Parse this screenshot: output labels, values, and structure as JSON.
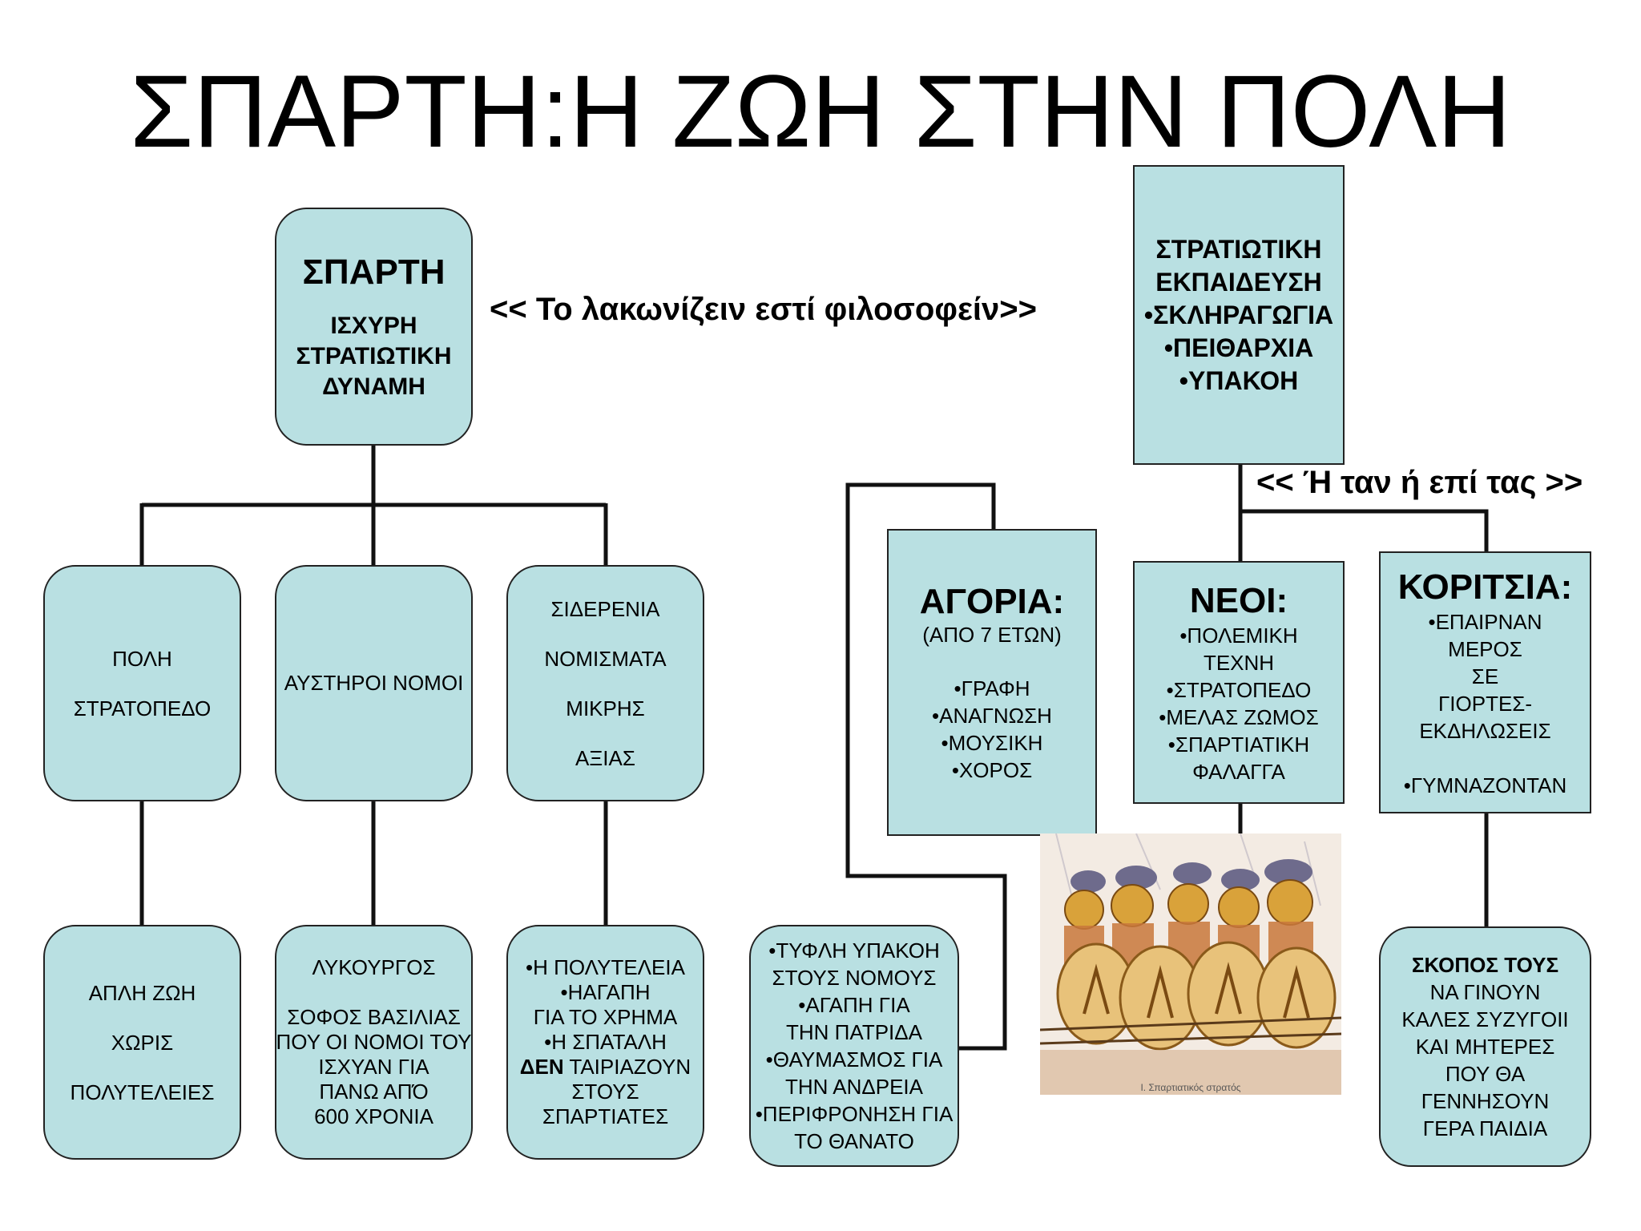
{
  "title": "ΣΠΑΡΤΗ:Η ΖΩΗ ΣΤΗΝ ΠΟΛΗ",
  "motto_left": "<< Το λακωνίζειν εστί φιλοσοφείν>>",
  "motto_right": "<< Ή ταν ή επί τας >>",
  "sparta": {
    "head": "ΣΠΑΡΤΗ",
    "lines": [
      "ΙΣΧΥΡΗ",
      "ΣΤΡΑΤΙΩΤΙΚΗ",
      "ΔΥΝΑΜΗ"
    ]
  },
  "polis": [
    "ΠΟΛΗ",
    "ΣΤΡΑΤΟΠΕΔΟ"
  ],
  "nomoi": [
    "ΑΥΣΤΗΡΟΙ ΝΟΜΟΙ"
  ],
  "nomismata": [
    "ΣΙΔΕΡΕΝΙΑ",
    "ΝΟΜΙΣΜΑΤΑ",
    "ΜΙΚΡΗΣ",
    "ΑΞΙΑΣ"
  ],
  "apli": [
    "ΑΠΛΗ ΖΩΗ",
    "ΧΩΡΙΣ",
    "ΠΟΛΥΤΕΛΕΙΕΣ"
  ],
  "lykourgos": [
    "ΛΥΚΟΥΡΓΟΣ",
    "",
    "ΣΟΦΟΣ ΒΑΣΙΛΙΑΣ",
    "ΠΟΥ ΟΙ ΝΟΜΟΙ ΤΟΥ",
    "ΙΣΧΥΑΝ ΓΙΑ",
    "ΠΑΝΩ ΑΠΌ",
    "600 ΧΡΟΝΙΑ"
  ],
  "polyteleia": {
    "l1": "•Η ΠΟΛΥΤΕΛΕΙΑ",
    "l2": "•ΗΑΓΑΠΗ",
    "l3": "ΓΙΑ ΤΟ ΧΡΗΜΑ",
    "l4": "•Η ΣΠΑΤΑΛΗ",
    "l5_bold": "ΔΕΝ",
    "l5_rest": " ΤΑΙΡΙΑΖΟΥΝ",
    "l6": "ΣΤΟΥΣ",
    "l7": "ΣΠΑΡΤΙΑΤΕΣ"
  },
  "military": {
    "lines": [
      "ΣΤΡΑΤΙΩΤΙΚΗ",
      "ΕΚΠΑΙΔΕΥΣΗ",
      "•ΣΚΛΗΡΑΓΩΓΙΑ",
      "•ΠΕΙΘΑΡΧΙΑ",
      "•ΥΠΑΚΟΗ"
    ]
  },
  "agoria": {
    "head": "ΑΓΟΡΙΑ:",
    "sub": "(ΑΠΟ 7 ΕΤΩΝ)",
    "items": [
      "•ΓΡΑΦΗ",
      "•ΑΝΑΓΝΩΣΗ",
      "•ΜΟΥΣΙΚΗ",
      "•ΧΟΡΟΣ"
    ]
  },
  "neoi": {
    "head": "ΝΕΟΙ:",
    "items": [
      "•ΠΟΛΕΜΙΚΗ",
      "ΤΕΧΝΗ",
      "•ΣΤΡΑΤΟΠΕΔΟ",
      "•ΜΕΛΑΣ ΖΩΜΟΣ",
      "•ΣΠΑΡΤΙΑΤΙΚΗ",
      "ΦΑΛΑΓΓΑ"
    ]
  },
  "koritsia": {
    "head": "ΚΟΡΙΤΣΙΑ:",
    "items": [
      "•ΕΠΑΙΡΝΑΝ",
      "ΜΕΡΟΣ",
      "ΣΕ",
      "ΓΙΟΡΤΕΣ-",
      "ΕΚΔΗΛΩΣΕΙΣ",
      "",
      "•ΓΥΜΝΑΖΟΝΤΑΝ"
    ]
  },
  "typhli": [
    "•ΤΥΦΛΗ ΥΠΑΚΟΗ",
    "ΣΤΟΥΣ ΝΟΜΟΥΣ",
    "•ΑΓΑΠΗ ΓΙΑ",
    "ΤΗΝ ΠΑΤΡΙΔΑ",
    "•ΘΑΥΜΑΣΜΟΣ ΓΙΑ",
    "ΤΗΝ ΑΝΔΡΕΙΑ",
    "•ΠΕΡΙΦΡΟΝΗΣΗ ΓΙΑ",
    "ΤΟ ΘΑΝΑΤΟ"
  ],
  "skopos": {
    "bold": "ΣΚΟΠΟΣ ΤΟΥΣ",
    "lines": [
      "ΝΑ ΓΙΝΟΥΝ",
      "ΚΑΛΕΣ ΣΥΖΥΓΟΙΙ",
      "ΚΑΙ ΜΗΤΕΡΕΣ",
      "ΠΟΥ ΘΑ",
      "ΓΕΝΝΗΣΟΥΝ",
      "ΓΕΡΑ ΠΑΙΔΙΑ"
    ]
  },
  "picture_caption": "I. Σπαρτιατικός στρατός",
  "colors": {
    "box_fill": "#b9e0e2",
    "border": "#222222",
    "line": "#111111"
  }
}
